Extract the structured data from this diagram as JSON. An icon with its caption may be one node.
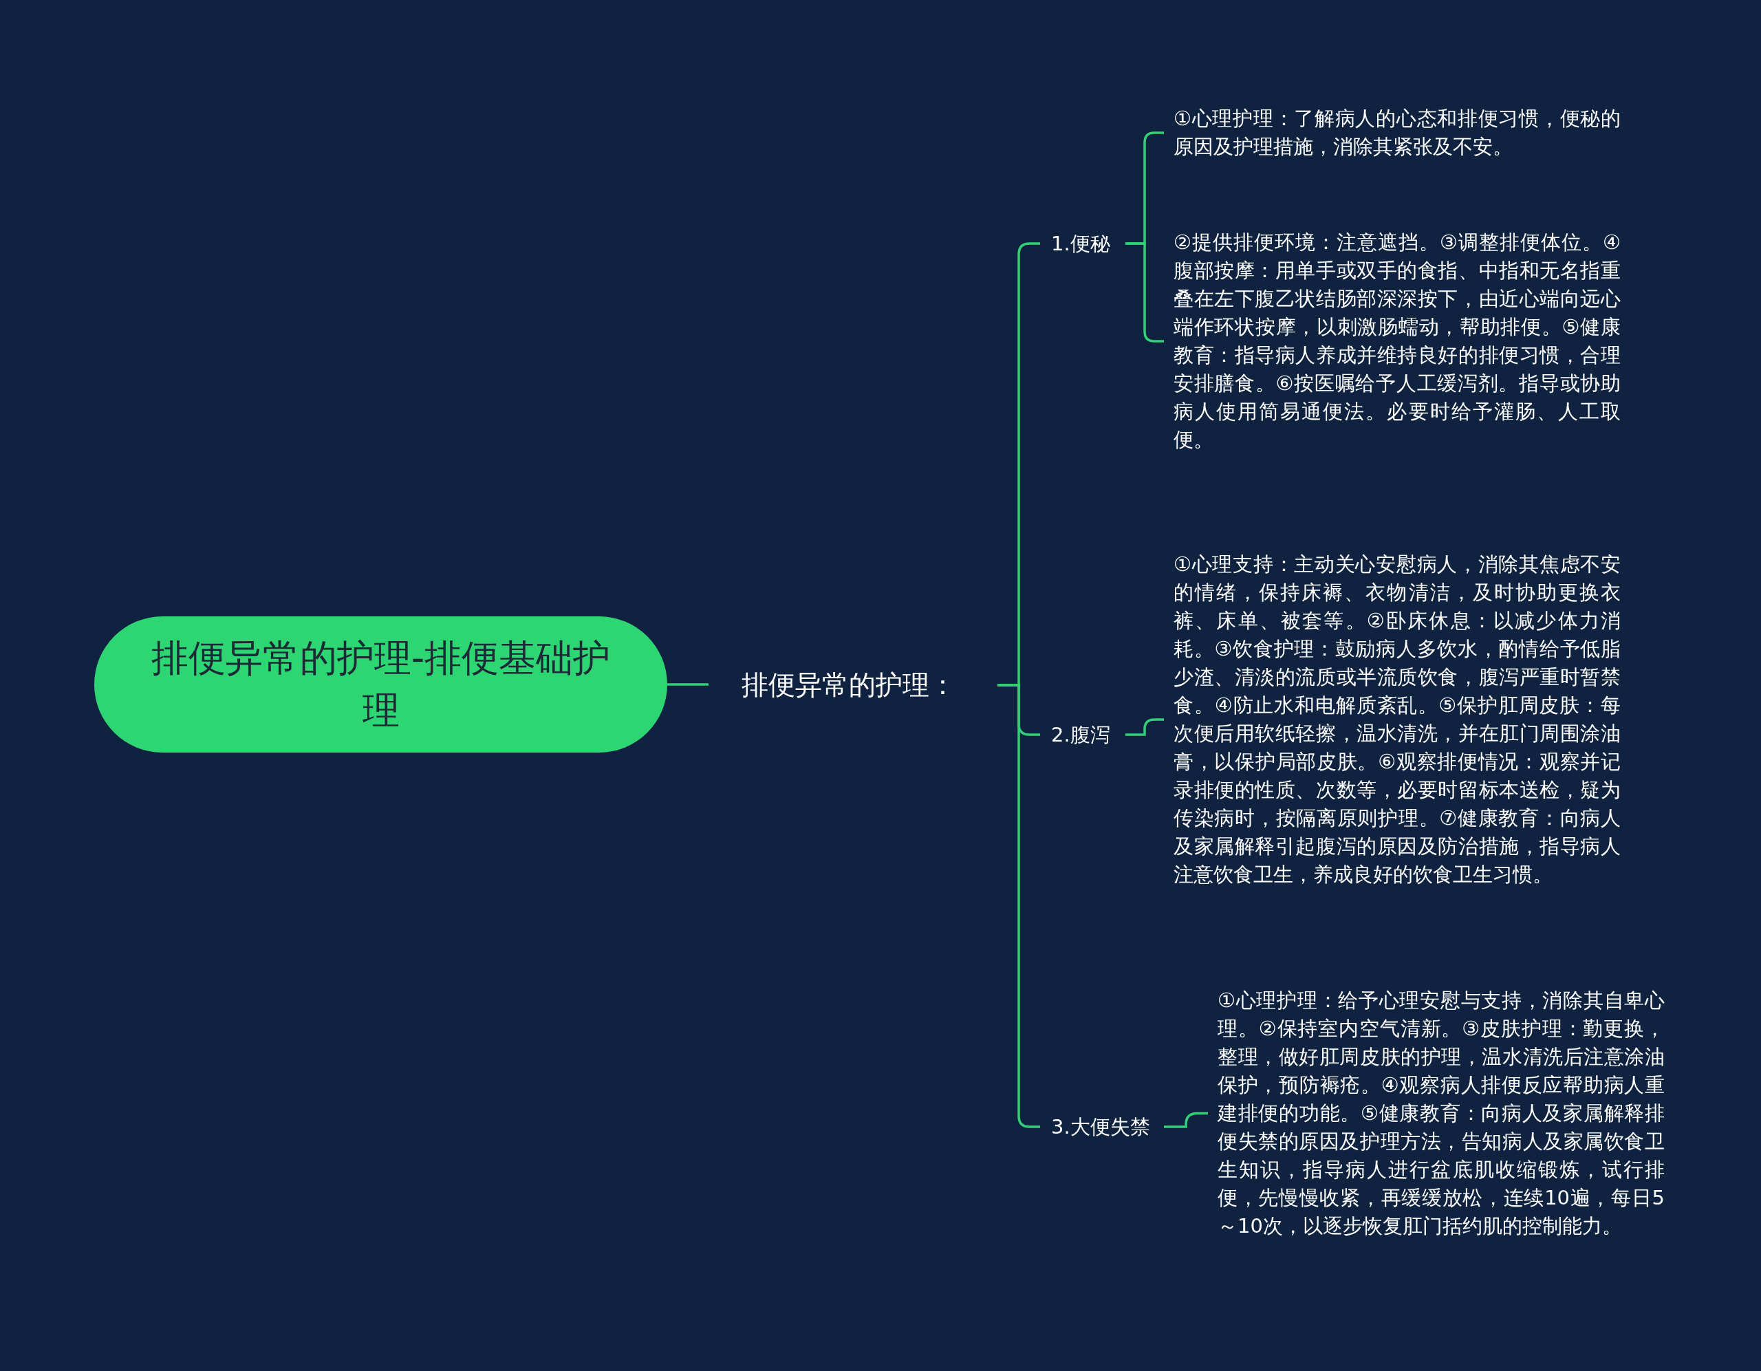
{
  "diagram": {
    "nodes": [
      {
        "text": [
          "排便异常的护理-排便基础护理"
        ]
      },
      {
        "text": [
          "排便异常的护理："
        ]
      },
      {
        "text": [
          "1.便秘"
        ]
      },
      {
        "text": [
          "①心理护理：了解病人的心态和排便习惯，便秘的原因及护理措施，消除其紧张及不安。"
        ]
      },
      {
        "text": [
          "②提供排便环境：注意遮挡。③调整排便体位。④腹部按摩：用单手或双手的食指、中指和无名指重叠在左下腹乙状结肠部深深按下，由近心端向远心端作环状按摩，以刺激肠蠕动，帮助排便。⑤健康教育：指导病人养成并维持良好的排便习惯，合理安排膳食。⑥按医嘱给予人工缓泻剂。指导或协助病人使用简易通便法。必要时给予灌肠、人工取便。"
        ]
      },
      {
        "text": [
          "2.腹泻"
        ]
      },
      {
        "text": [
          "①心理支持：主动关心安慰病人，消除其焦虑不安的情绪，保持床褥、衣物清洁，及时协助更换衣裤、床单、被套等。②卧床休息：以减少体力消耗。③饮食护理：鼓励病人多饮水，酌情给予低脂少渣、清淡的流质或半流质饮食，腹泻严重时暂禁食。④防止水和电解质紊乱。⑤保护肛周皮肤：每次便后用软纸轻擦，温水清洗，并在肛门周围涂油膏，以保护局部皮肤。⑥观察排便情况：观察并记录排便的性质、次数等，必要时留标本送检，疑为传染病时，按隔离原则护理。⑦健康教育：向病人及家属解释引起腹泻的原因及防治措施，指导病人注意饮食卫生，养成良好的饮食卫生习惯。"
        ]
      },
      {
        "text": [
          "3.大便失禁"
        ]
      },
      {
        "text": [
          "①心理护理：给予心理安慰与支持，消除其自卑心理。②保持室内空气清新。③皮肤护理：勤更换，整理，做好肛周皮肤的护理，温水清洗后注意涂油保护，预防褥疮。④观察病人排便反应帮助病人重建排便的功能。⑤健康教育：向病人及家属解释排便失禁的原因及护理方法，告知病人及家属饮食卫生知识，指导病人进行盆底肌收缩锻炼，试行排便，先慢慢收紧，再缓缓放松，连续10遍，每日5～10次，以逐步恢复肛门括约肌的控制能力。"
        ]
      }
    ],
    "edges": [
      {
        "from": 0,
        "to": 1,
        "arrow": "none"
      },
      {
        "from": 1,
        "to": 2,
        "arrow": "none"
      },
      {
        "from": 1,
        "to": 5,
        "arrow": "none"
      },
      {
        "from": 1,
        "to": 7,
        "arrow": "none"
      },
      {
        "from": 2,
        "to": 3,
        "arrow": "none"
      },
      {
        "from": 2,
        "to": 4,
        "arrow": "none"
      },
      {
        "from": 5,
        "to": 6,
        "arrow": "none"
      },
      {
        "from": 7,
        "to": 8,
        "arrow": "none"
      }
    ]
  }
}
